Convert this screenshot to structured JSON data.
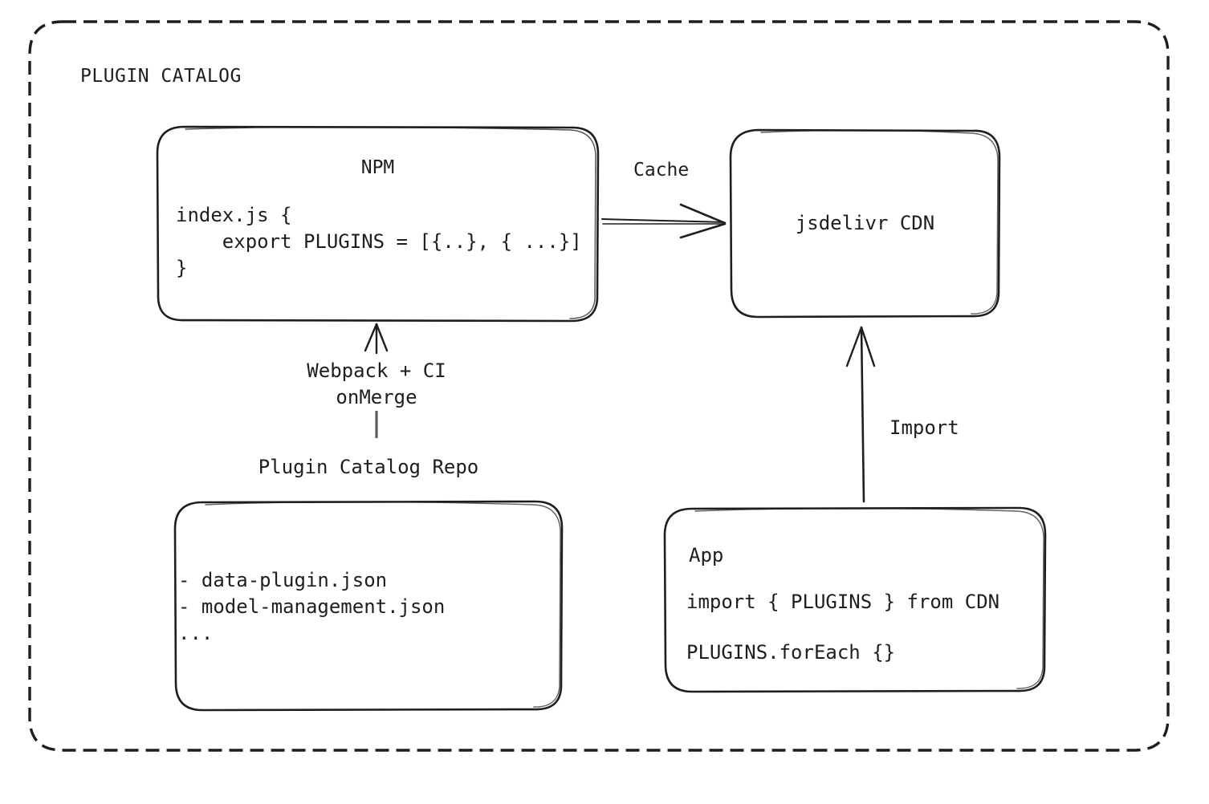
{
  "container": {
    "title": "PLUGIN CATALOG",
    "border_style": "dashed",
    "stroke_color": "#1e1e1e"
  },
  "nodes": [
    {
      "id": "npm",
      "name": "NPM",
      "title": "NPM",
      "code": "index.js {\n    export PLUGINS = [{..}, { ...}]\n}"
    },
    {
      "id": "cdn",
      "name": "jsdelivr CDN",
      "title": "jsdelivr CDN"
    },
    {
      "id": "repo",
      "name": "Plugin Catalog Repo",
      "title": "Plugin Catalog Repo",
      "files": "- data-plugin.json\n- model-management.json\n..."
    },
    {
      "id": "app",
      "name": "App",
      "title": "App",
      "line1": "import { PLUGINS } from CDN",
      "line2": "PLUGINS.forEach {}"
    }
  ],
  "edges": [
    {
      "id": "cache",
      "label": "Cache",
      "from": "npm",
      "to": "cdn",
      "direction": "right"
    },
    {
      "id": "webpack",
      "label": "Webpack + CI\nonMerge",
      "from": "repo",
      "to": "npm",
      "direction": "up"
    },
    {
      "id": "import",
      "label": "Import",
      "from": "app",
      "to": "cdn",
      "direction": "up"
    }
  ],
  "colors": {
    "stroke": "#1e1e1e",
    "background": "#ffffff"
  }
}
